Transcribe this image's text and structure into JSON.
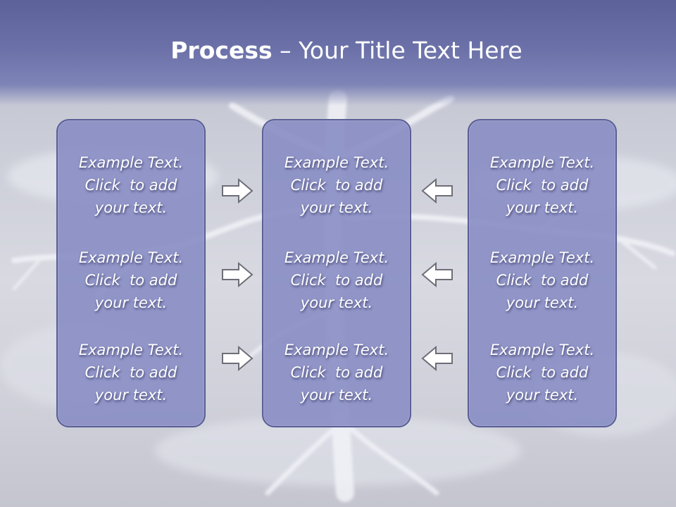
{
  "slide": {
    "title_bold": "Process",
    "title_rest": " – Your Title Text Here",
    "columns": [
      {
        "items": [
          {
            "l1": "Example Text.",
            "l2": "Click  to add",
            "l3": "your text."
          },
          {
            "l1": "Example Text.",
            "l2": "Click  to add",
            "l3": "your text."
          },
          {
            "l1": "Example Text.",
            "l2": "Click  to add",
            "l3": "your text."
          }
        ]
      },
      {
        "items": [
          {
            "l1": "Example Text.",
            "l2": "Click  to add",
            "l3": "your text."
          },
          {
            "l1": "Example Text.",
            "l2": "Click  to add",
            "l3": "your text."
          },
          {
            "l1": "Example Text.",
            "l2": "Click  to add",
            "l3": "your text."
          }
        ]
      },
      {
        "items": [
          {
            "l1": "Example Text.",
            "l2": "Click  to add",
            "l3": "your text."
          },
          {
            "l1": "Example Text.",
            "l2": "Click  to add",
            "l3": "your text."
          },
          {
            "l1": "Example Text.",
            "l2": "Click  to add",
            "l3": "your text."
          }
        ]
      }
    ],
    "arrows_left": [
      "right-arrow-icon",
      "right-arrow-icon",
      "right-arrow-icon"
    ],
    "arrows_right": [
      "left-arrow-icon",
      "left-arrow-icon",
      "left-arrow-icon"
    ],
    "colors": {
      "header": "#6b71a8",
      "box_fill": "#888dc4",
      "box_border": "#5a5f95",
      "text": "#ffffff",
      "background": "#d0d1db"
    }
  }
}
